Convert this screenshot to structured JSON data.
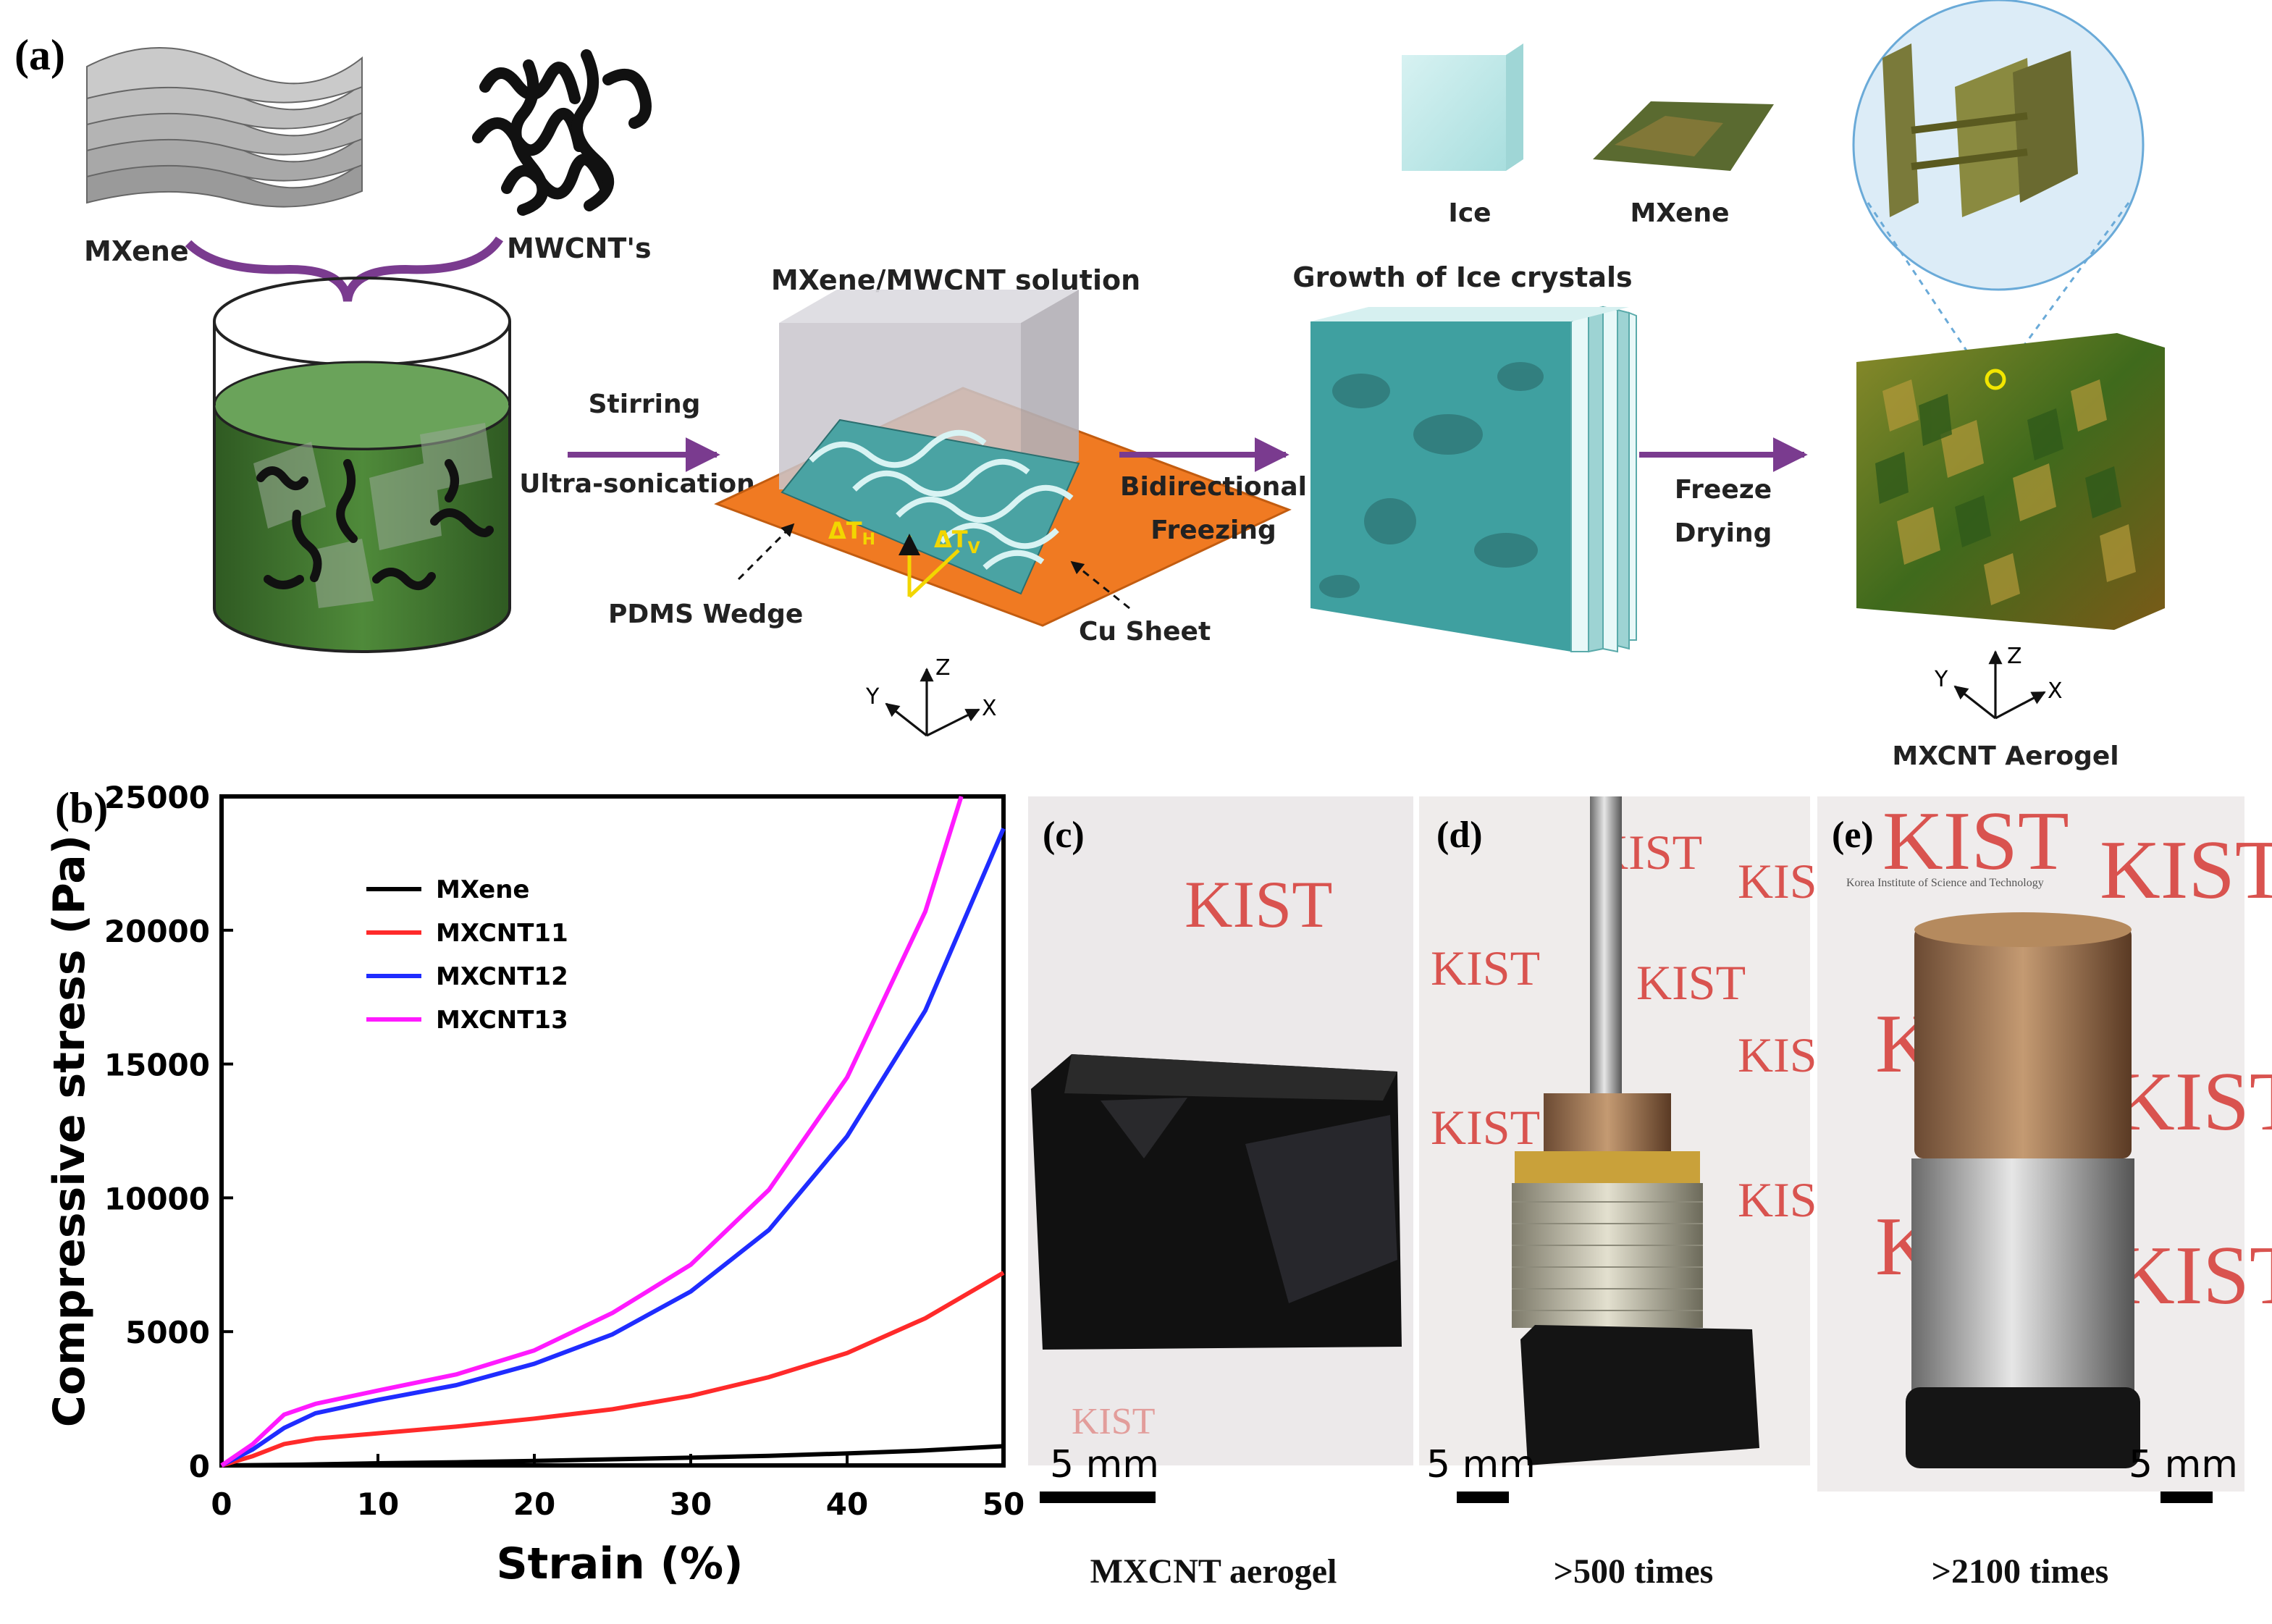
{
  "panel_labels": {
    "a": "(a)",
    "b": "(b)",
    "c": "(c)",
    "d": "(d)",
    "e": "(e)"
  },
  "schematic": {
    "mxene_label": "MXene",
    "mwcnt_label": "MWCNT's",
    "solution_title": "MXene/MWCNT solution",
    "step1_top": "Stirring",
    "step1_bottom": "Ultra-sonication",
    "delta_h": "ΔT",
    "delta_h_sub": "H",
    "delta_v": "ΔT",
    "delta_v_sub": "V",
    "pdms_label": "PDMS Wedge",
    "cu_label": "Cu Sheet",
    "step2_top": "Bidirectional",
    "step2_bottom": "Freezing",
    "ice_legend": "Ice",
    "mxene_legend": "MXene",
    "growth_title": "Growth of Ice crystals",
    "step3_top": "Freeze",
    "step3_bottom": "Drying",
    "aerogel_label": "MXCNT Aerogel",
    "axis_x": "X",
    "axis_y": "Y",
    "axis_z": "Z",
    "colors": {
      "arrow": "#7a3b8f",
      "solution": "#3d6b2e",
      "ice": "#5bb8b8",
      "cu": "#f07a22"
    }
  },
  "chart_data": {
    "type": "line",
    "xlabel": "Strain (%)",
    "ylabel": "Compressive stress (Pa)",
    "xlim": [
      0,
      50
    ],
    "ylim": [
      0,
      25000
    ],
    "xticks": [
      0,
      10,
      20,
      30,
      40,
      50
    ],
    "yticks": [
      0,
      5000,
      10000,
      15000,
      20000,
      25000
    ],
    "legend_position": "top-left",
    "series": [
      {
        "name": "MXene",
        "color": "#000000",
        "x": [
          0,
          5,
          10,
          15,
          20,
          25,
          30,
          35,
          40,
          45,
          50
        ],
        "y": [
          0,
          30,
          80,
          120,
          170,
          230,
          290,
          360,
          450,
          560,
          720
        ]
      },
      {
        "name": "MXCNT11",
        "color": "#ff2a2a",
        "x": [
          0,
          2,
          4,
          6,
          10,
          15,
          20,
          25,
          30,
          35,
          40,
          45,
          50
        ],
        "y": [
          0,
          350,
          800,
          1000,
          1200,
          1450,
          1750,
          2100,
          2600,
          3300,
          4200,
          5500,
          7200
        ]
      },
      {
        "name": "MXCNT12",
        "color": "#1f2cff",
        "x": [
          0,
          2,
          4,
          6,
          10,
          15,
          20,
          25,
          30,
          35,
          40,
          45,
          50
        ],
        "y": [
          0,
          600,
          1400,
          1950,
          2450,
          3000,
          3800,
          4900,
          6500,
          8800,
          12300,
          17000,
          23800
        ]
      },
      {
        "name": "MXCNT13",
        "color": "#ff1aff",
        "x": [
          0,
          2,
          4,
          6,
          10,
          15,
          20,
          25,
          30,
          35,
          40,
          45,
          47.3
        ],
        "y": [
          0,
          800,
          1900,
          2300,
          2800,
          3400,
          4300,
          5700,
          7500,
          10300,
          14500,
          20700,
          25000
        ]
      }
    ]
  },
  "photos": {
    "c": {
      "scale_bar": "5 mm",
      "caption": "MXCNT aerogel",
      "background_text": "KIST"
    },
    "d": {
      "scale_bar": "5 mm",
      "caption": ">500 times",
      "background_text": "KIST"
    },
    "e": {
      "scale_bar": "5 mm",
      "caption": ">2100 times",
      "background_text": "KIST",
      "background_subtext": "Korea Institute of Science and Technology"
    }
  }
}
